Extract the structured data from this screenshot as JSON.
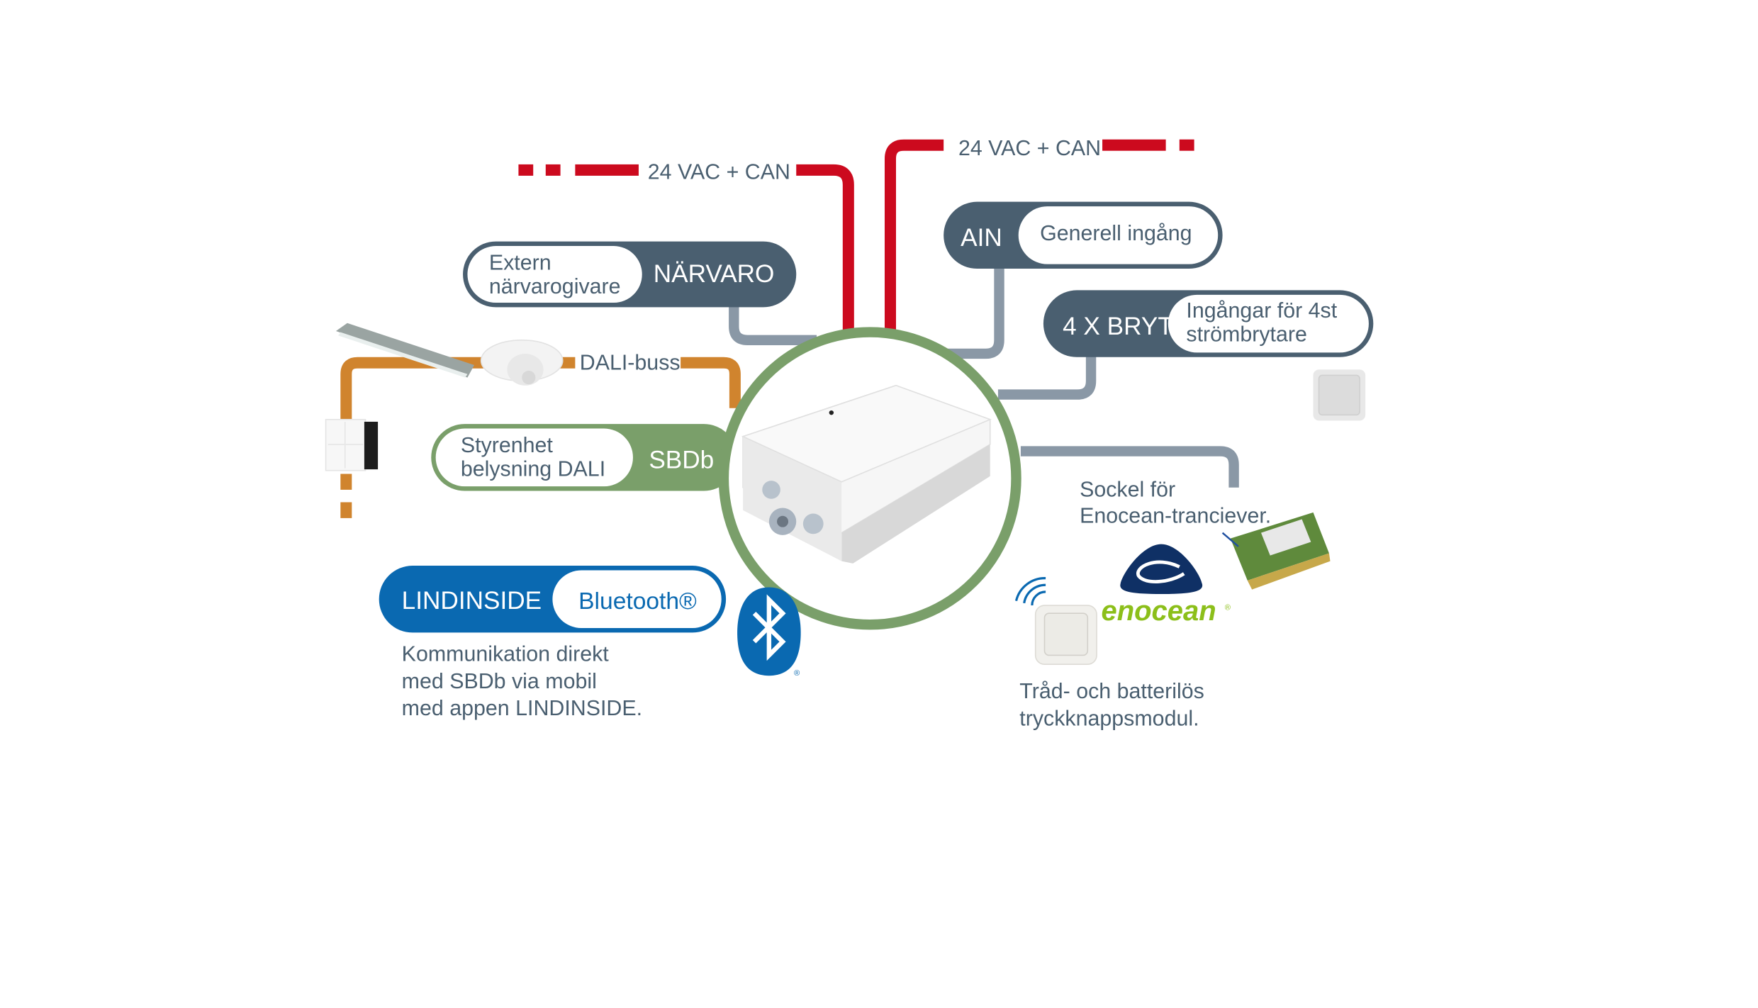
{
  "diagram": {
    "title": "SBDb system overview",
    "colors": {
      "power_can": "#cc0a1e",
      "slate": "#4a5f70",
      "connector_gray": "#8a98a6",
      "dali_orange": "#d0842e",
      "sbdb_green": "#7a9f6a",
      "bluetooth_blue": "#0a69b1",
      "enocean_navy": "#0f3065",
      "enocean_green": "#8cbf1a"
    },
    "power_left": {
      "label": "24 VAC + CAN"
    },
    "power_right": {
      "label": "24 VAC + CAN"
    },
    "narvaro": {
      "tag": "NÄRVARO",
      "desc_line1": "Extern",
      "desc_line2": "närvarogivare"
    },
    "ain": {
      "tag": "AIN",
      "desc": "Generell ingång"
    },
    "bryt": {
      "tag": "4 X BRYT",
      "desc_line1": "Ingångar för 4st",
      "desc_line2": "strömbrytare"
    },
    "dali": {
      "label": "DALI-buss"
    },
    "sbdb": {
      "tag": "SBDb",
      "desc_line1": "Styrenhet",
      "desc_line2": "belysning DALI"
    },
    "lindinside": {
      "tag": "LINDINSIDE",
      "desc": "Bluetooth®",
      "note_line1": "Kommunikation direkt",
      "note_line2": "med SBDb via mobil",
      "note_line3": "med appen LINDINSIDE."
    },
    "enocean": {
      "socket_line1": "Sockel för",
      "socket_line2": "Enocean-tranciever.",
      "logo_text": "enocean",
      "logo_mark": "®",
      "switch_line1": "Tråd- och batterilös",
      "switch_line2": "tryckknappsmodul."
    },
    "bluetooth_logo_mark": "®"
  }
}
